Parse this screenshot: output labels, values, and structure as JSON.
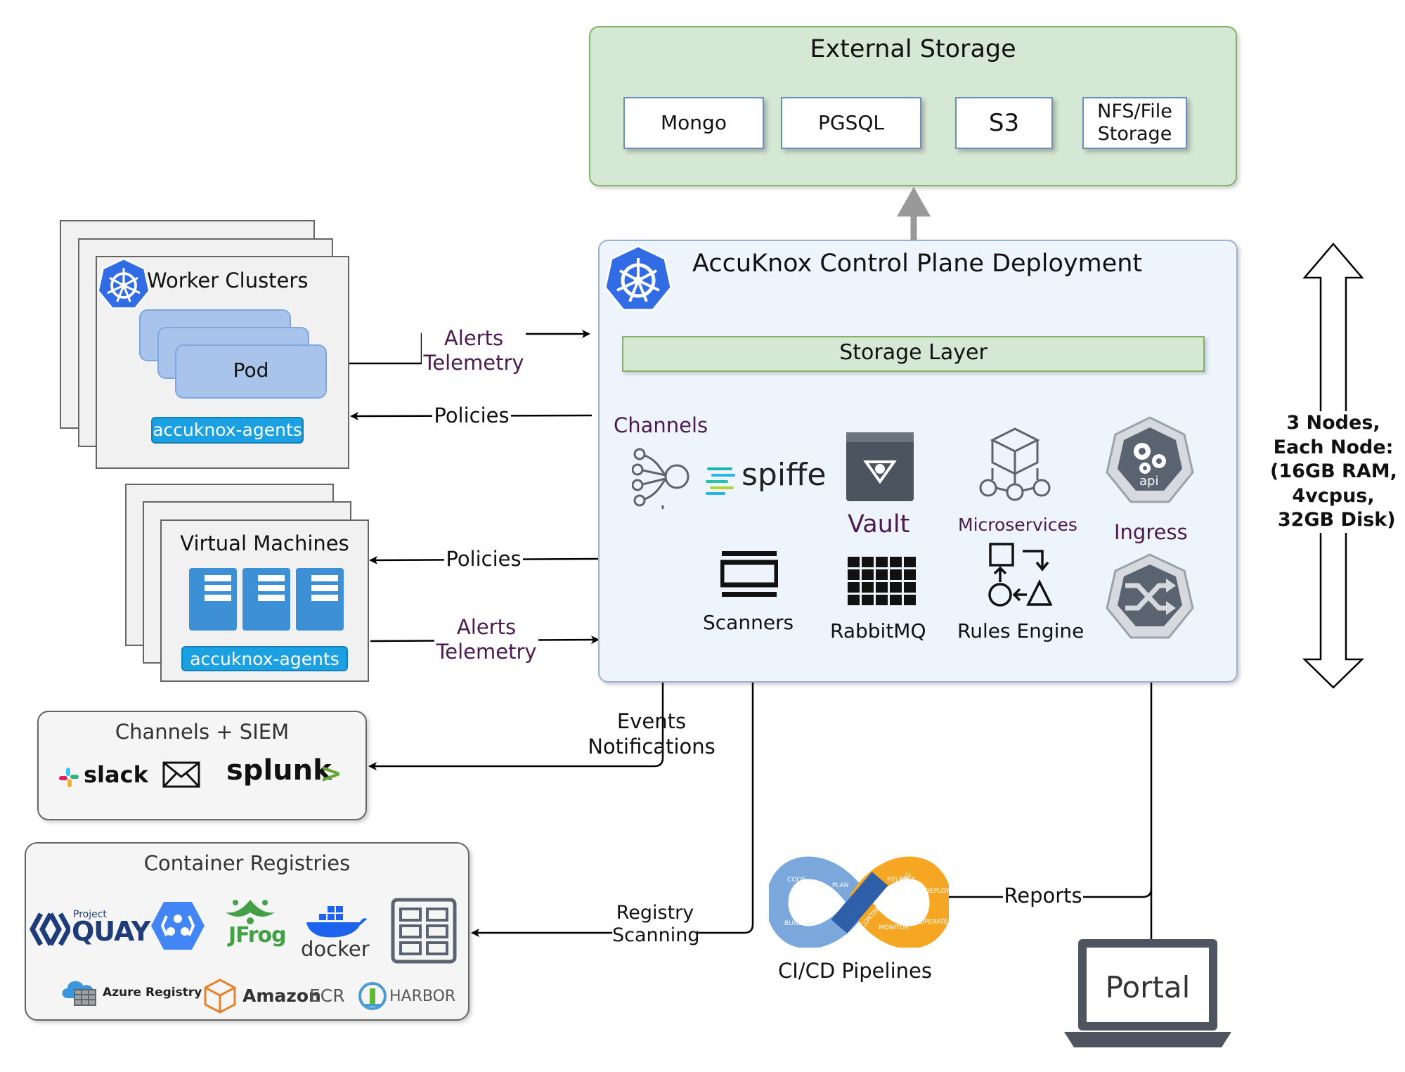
{
  "external_storage": {
    "title": "External Storage",
    "items": [
      "Mongo",
      "PGSQL",
      "S3",
      "NFS/File\nStorage"
    ]
  },
  "control_plane": {
    "title": "AccuKnox Control Plane Deployment",
    "storage_layer": "Storage Layer",
    "components": {
      "channels": "Channels",
      "spiffe": "spiffe",
      "vault": "Vault",
      "microservices": "Microservices",
      "api": "api",
      "ingress": "Ingress",
      "scanners": "Scanners",
      "rabbitmq": "RabbitMQ",
      "rules_engine": "Rules Engine"
    }
  },
  "worker_clusters": {
    "title": "Worker Clusters",
    "pod": "Pod",
    "agents": "accuknox-agents"
  },
  "virtual_machines": {
    "title": "Virtual Machines",
    "agents": "accuknox-agents"
  },
  "edges": {
    "alerts_telemetry_1": "Alerts\nTelemetry",
    "policies_1": "Policies",
    "policies_2": "Policies",
    "alerts_telemetry_2": "Alerts\nTelemetry",
    "events_notifications": "Events\nNotifications",
    "registry_scanning": "Registry\nScanning",
    "reports": "Reports"
  },
  "channels_siem": {
    "title": "Channels + SIEM",
    "slack": "slack",
    "splunk": "splunk",
    "splunk_mark": ">"
  },
  "container_registries": {
    "title": "Container Registries",
    "quay_project": "Project",
    "quay": "QUAY",
    "jfrog": "JFrog",
    "docker": "docker",
    "azure": "Azure Registry",
    "amazon": "Amazon",
    "ecr": "ECR",
    "harbor": "HARBOR"
  },
  "cicd": {
    "label": "CI/CD Pipelines",
    "stages": [
      "CODE",
      "BUILD",
      "PLAN",
      "CONTINUOUS TESTING",
      "RELEASE",
      "DEPLOY",
      "OPERATE",
      "MONITOR"
    ]
  },
  "portal": {
    "label": "Portal"
  },
  "nodes_note": "3 Nodes,\nEach Node:\n(16GB RAM,\n4vcpus,\n 32GB Disk)",
  "colors": {
    "storage_fill": "#d5e8d4",
    "storage_border": "#82b366",
    "plane_fill": "#eef4fc",
    "plane_border": "#9ab3d5",
    "k8s_blue": "#326ce5",
    "agents_blue": "#1ba1e2",
    "label_purple": "#4b1a4e",
    "icon_gray": "#5a6470"
  }
}
